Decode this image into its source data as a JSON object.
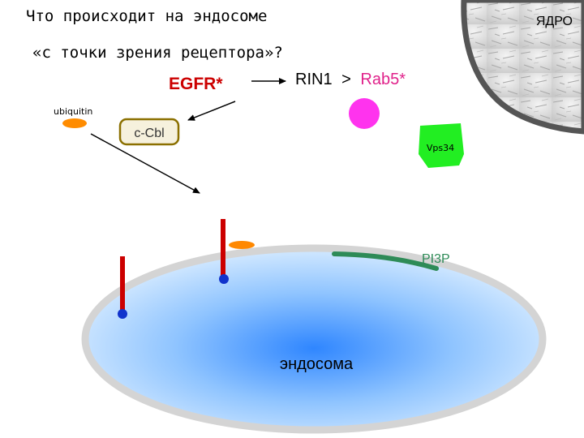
{
  "title": {
    "line1": "Что происходит на эндосоме",
    "line2": "«с точки зрения рецептора»?"
  },
  "nucleus": {
    "label": "ЯДРО"
  },
  "pathway": {
    "egfr": "EGFR*",
    "rin1": "RIN1",
    "gt": ">",
    "rab5": "Rab5*"
  },
  "molecules": {
    "ubiquitin": "ubiquitin",
    "ccbl": "c-Cbl",
    "vps34": "Vps34",
    "pi3p": "PI3P"
  },
  "endosome": {
    "label": "эндосома"
  },
  "colors": {
    "rab5": "#ff33cc",
    "vps34": "#22dd22",
    "ubiquitin": "#ff8800",
    "receptor": "#cc0000",
    "receptor_anchor": "#1133cc",
    "pi3p": "#2e8b57",
    "endosome_rim": "#d4d4d4",
    "endosome_center": "#3a8cff",
    "ccbl_fill": "#f6f1dd",
    "ccbl_border": "#8b7000"
  }
}
